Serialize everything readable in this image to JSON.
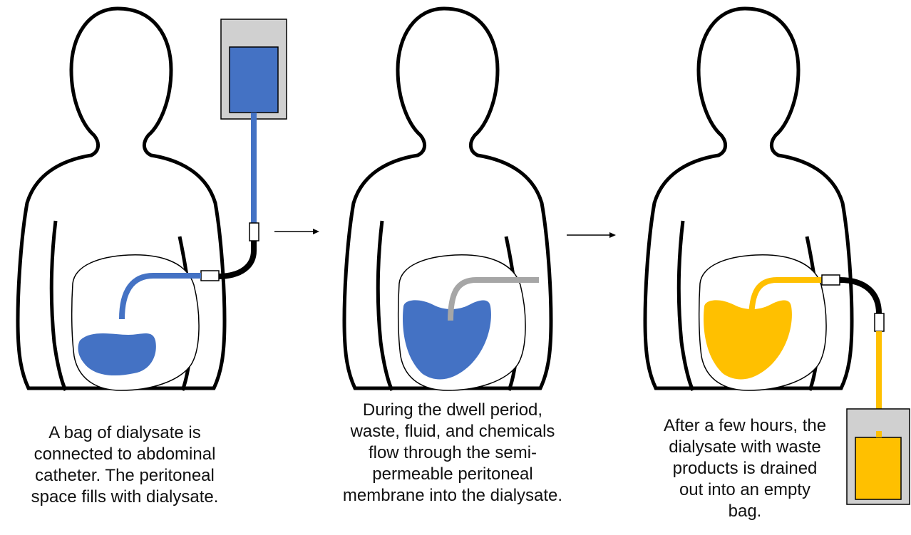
{
  "colors": {
    "background": "#ffffff",
    "outline": "#000000",
    "dialysate_fresh": "#4472c4",
    "dialysate_waste": "#ffc000",
    "tube_connector": "#000000",
    "catheter_idle": "#a6a6a6",
    "bag_housing": "#d0d0d0"
  },
  "icons": [
    "human-silhouette",
    "peritoneal-cavity",
    "dialysate-bag",
    "catheter-tube",
    "step-arrow"
  ],
  "panels": [
    {
      "step": "fill",
      "caption_lines": [
        "A bag of dialysate is",
        "connected to abdominal",
        "catheter. The peritoneal",
        "space fills with dialysate."
      ]
    },
    {
      "step": "dwell",
      "caption_lines": [
        "During the dwell period,",
        "waste, fluid, and chemicals",
        "flow through the semi-",
        "permeable peritoneal",
        "membrane into the dialysate."
      ]
    },
    {
      "step": "drain",
      "caption_lines": [
        "After a few hours, the",
        "dialysate with waste",
        "products is drained",
        "out into an empty",
        "bag."
      ]
    }
  ]
}
